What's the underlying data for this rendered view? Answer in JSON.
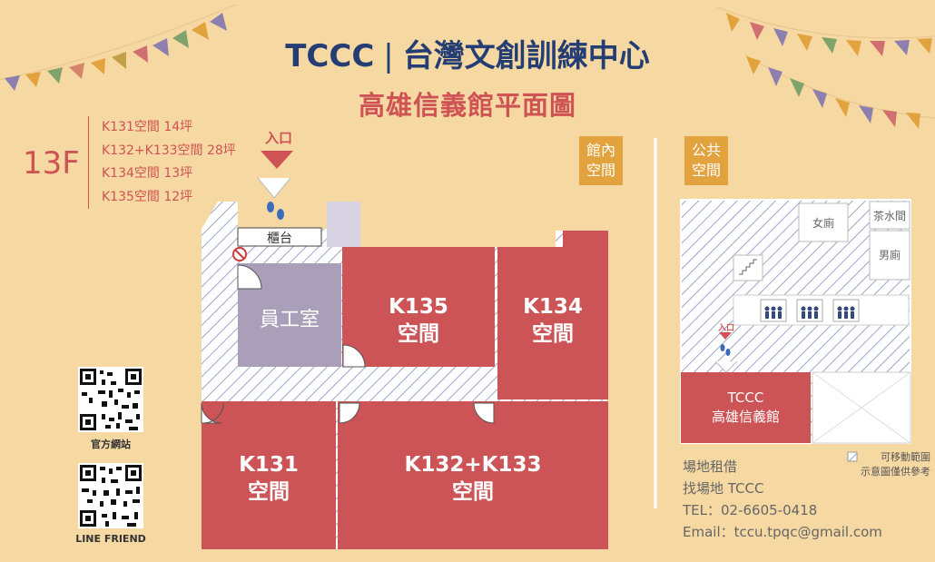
{
  "header": {
    "brand": "TCCC",
    "separator": "|",
    "center_name": "台灣文創訓練中心",
    "subtitle": "高雄信義館平面圖"
  },
  "floor_info": {
    "floor": "13F",
    "rooms": [
      "K131空間 14坪",
      "K132+K133空間 28坪",
      "K134空間 13坪",
      "K135空間 12坪"
    ]
  },
  "legend_tags": {
    "indoor_line1": "館內",
    "indoor_line2": "空間",
    "public_line1": "公共",
    "public_line2": "空間"
  },
  "floor_plan": {
    "entrance": "入口",
    "counter": "櫃台",
    "staff_room": "員工室",
    "k135": {
      "name": "K135",
      "sub": "空間"
    },
    "k134": {
      "name": "K134",
      "sub": "空間"
    },
    "k131": {
      "name": "K131",
      "sub": "空間"
    },
    "k132_133": {
      "name": "K132+K133",
      "sub": "空間"
    }
  },
  "public_plan": {
    "womens_restroom": "女廁",
    "tea_room": "茶水間",
    "mens_restroom": "男廁",
    "entrance": "入口",
    "tccc_line1": "TCCC",
    "tccc_line2": "高雄信義館"
  },
  "qr": {
    "website_caption": "官方網站",
    "line_caption": "LINE FRIEND"
  },
  "contact": {
    "line1": "場地租借",
    "line2": "找場地 TCCC",
    "tel": "TEL：02-6605-0418",
    "email": "Email：tccu.tpqc@gmail.com"
  },
  "note": {
    "line1": "可移動範圍",
    "line2": "示意圖僅供參考"
  },
  "colors": {
    "background": "#f6d8a3",
    "room_red": "#cd5456",
    "staff_purple": "#aa9fb8",
    "navy": "#243e74",
    "accent_red": "#cf5355",
    "tag_orange": "#e2a23d"
  }
}
